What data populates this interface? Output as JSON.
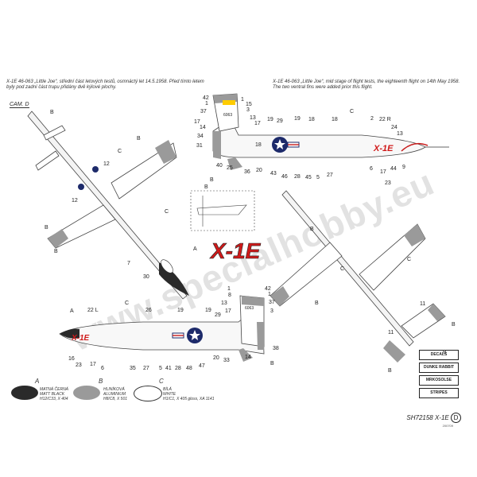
{
  "notes": {
    "cz": "X-1E 46-063 „Little Joe“, střední část letových testů, osmnáctý let 14.5.1958. Před tímto letem byly pod zadní část trupu přidány dvě kýlové plochy.",
    "en": "X-1E 46-063 „Little Joe“, mid stage of flight tests, the eighteenth flight on 14th May 1958. The two ventral fins were added prior this flight."
  },
  "camo_label": "CAM. D",
  "title_art": "X-1E",
  "serial": "6063",
  "watermark": "www.specialhobby.eu",
  "legend": [
    {
      "letter": "A",
      "text": "MATNÁ ČERNÁ\nMATT BLACK\nH12/C33, X 404",
      "color": "#2a2a2a"
    },
    {
      "letter": "B",
      "text": "HLINÍKOVÁ\nALUMINIUM\nH8/C8, X 501",
      "color": "#9a9a9a"
    },
    {
      "letter": "C",
      "text": "BÍLÁ\nWHITE\nH1/C1, X 405 gloss, XA 1141",
      "color": "#ffffff"
    }
  ],
  "product_code": "SH72158 X-1E",
  "sheet_letter": "D",
  "sheet_sub": "200709",
  "logos": [
    "DECALS",
    "DUNKE RABBIT",
    "MRKOSOLSE",
    "STRIPES"
  ],
  "callouts": {
    "top_right_side": [
      "42",
      "1",
      "15",
      "37",
      "3",
      "17",
      "14",
      "34",
      "31",
      "19",
      "29",
      "19",
      "18",
      "18",
      "C",
      "2",
      "22 R",
      "24",
      "13",
      "18",
      "20",
      "40",
      "25",
      "36",
      "43",
      "46",
      "28",
      "45",
      "5",
      "27",
      "6",
      "17",
      "44",
      "9",
      "23",
      "B",
      "B"
    ],
    "bottom_left_side": [
      "22 L",
      "C",
      "26",
      "19",
      "19",
      "29",
      "8",
      "42",
      "1",
      "37",
      "3",
      "13",
      "17",
      "A",
      "16",
      "23",
      "17",
      "6",
      "35",
      "27",
      "5",
      "41",
      "28",
      "48",
      "47",
      "20",
      "33",
      "14",
      "38",
      "B"
    ],
    "plan_top": [
      "B",
      "C",
      "12",
      "12",
      "B",
      "B",
      "C",
      "7",
      "30",
      "A",
      "B"
    ],
    "plan_bottom": [
      "B",
      "C",
      "C",
      "11",
      "11",
      "B",
      "B",
      "B",
      "B"
    ]
  }
}
